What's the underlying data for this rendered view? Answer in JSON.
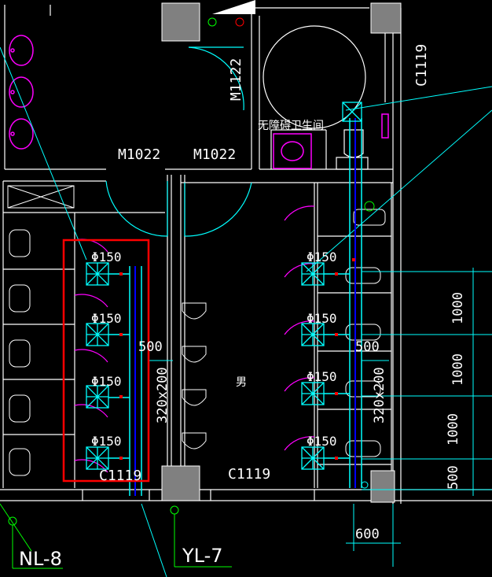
{
  "labels": {
    "door_left": "M1022",
    "door_right": "M1022",
    "door_top": "M1122",
    "accessible_restroom": "无障碍卫生间",
    "window_top_right": "C1119",
    "window_bottom_left": "C1119",
    "window_bottom_mid": "C1119",
    "room_male": "男"
  },
  "pipe_labels": [
    "Φ150",
    "Φ150",
    "Φ150",
    "Φ150"
  ],
  "pipe_labels_right": [
    "Φ150",
    "Φ150",
    "Φ150",
    "Φ150"
  ],
  "dimensions": {
    "left_500": "500",
    "left_320x200": "320x200",
    "right_500": "500",
    "right_320x200": "320x200",
    "vertical_1000_a": "1000",
    "vertical_1000_b": "1000",
    "vertical_1000_c": "1000",
    "vertical_500": "500",
    "horizontal_600": "600"
  },
  "tags": {
    "nl": "NL-8",
    "yl": "YL-7"
  },
  "colors": {
    "background": "#000000",
    "wall": "#ffffff",
    "cyan": "#00ffff",
    "magenta": "#ff00ff",
    "green": "#00ff00",
    "red": "#ff0000",
    "blue": "#0000ff",
    "column_fill": "#808080",
    "highlight_box": "#ff0000"
  }
}
